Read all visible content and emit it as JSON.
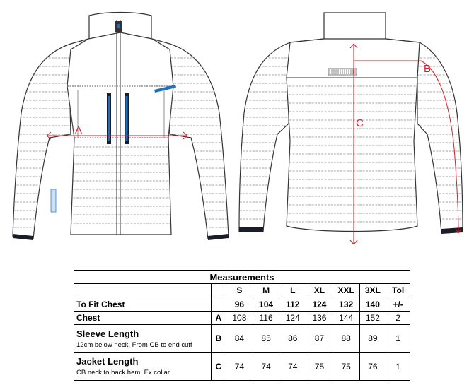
{
  "diagram": {
    "label_chest": "A",
    "label_sleeve": "B",
    "label_length": "C",
    "colors": {
      "outline": "#333333",
      "stripe": "#8a8a8a",
      "accent": "#1f6fc1",
      "dark": "#1a1d27",
      "measure": "#d21f2a"
    }
  },
  "table": {
    "title": "Measurements",
    "sizes": [
      "S",
      "M",
      "L",
      "XL",
      "XXL",
      "3XL"
    ],
    "tol_label_line1": "Tol",
    "tol_label_line2": "+/-",
    "fit": {
      "label": "To Fit Chest",
      "values": [
        "96",
        "104",
        "112",
        "124",
        "132",
        "140"
      ]
    },
    "rows": [
      {
        "label": "Chest",
        "sub": "",
        "code": "A",
        "values": [
          "108",
          "116",
          "124",
          "136",
          "144",
          "152"
        ],
        "tol": "2"
      },
      {
        "label": "Sleeve Length",
        "sub": "12cm below neck, From CB to end cuff",
        "code": "B",
        "values": [
          "84",
          "85",
          "86",
          "87",
          "88",
          "89"
        ],
        "tol": "1"
      },
      {
        "label": "Jacket Length",
        "sub": "CB neck to back hem, Ex collar",
        "code": "C",
        "values": [
          "74",
          "74",
          "74",
          "75",
          "75",
          "76"
        ],
        "tol": "1"
      }
    ]
  }
}
